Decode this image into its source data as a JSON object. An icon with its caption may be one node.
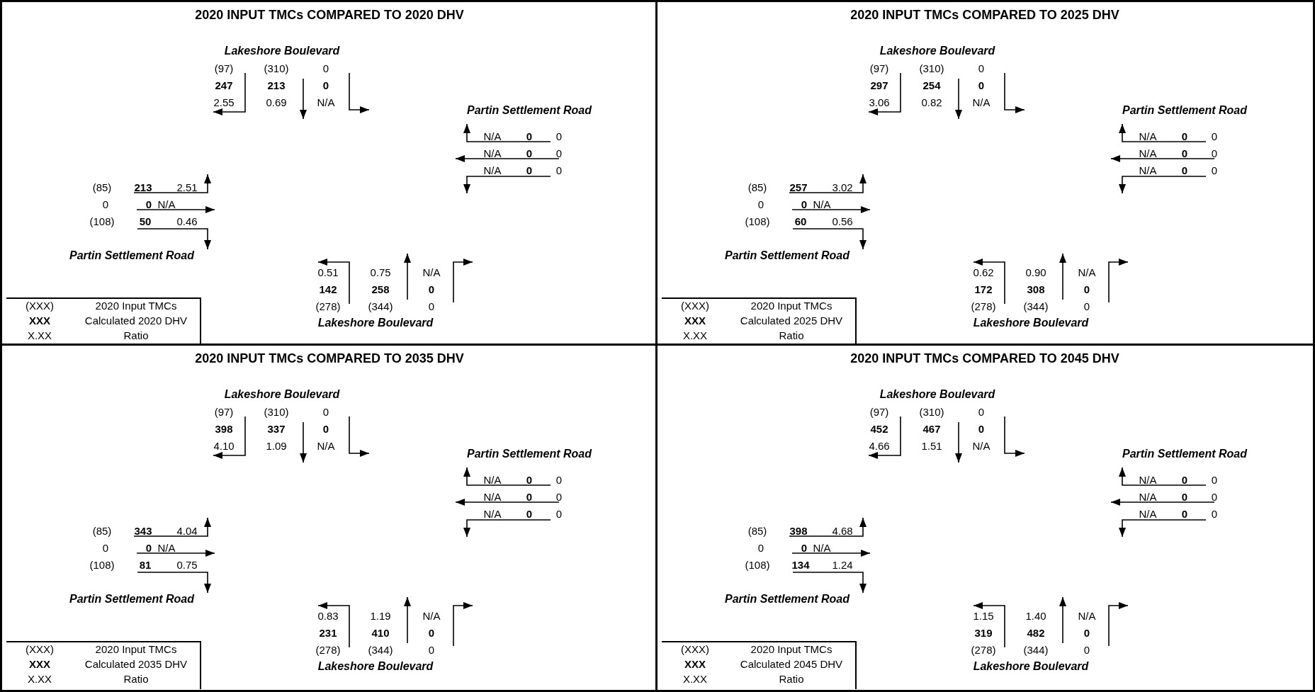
{
  "diagram": {
    "nodes": [
      {
        "text": [
          "2020 INPUT TMCs COMPARED TO 2020 DHV"
        ]
      },
      {
        "text": [
          "(XXX)",
          "2020 Input TMCs",
          "XXX",
          "Calculated 2020 DHV",
          "X.XX",
          "Ratio"
        ],
        "in": 0
      },
      {
        "text": [
          "2020 INPUT TMCs COMPARED TO 2025 DHV"
        ]
      },
      {
        "text": [
          "(XXX)",
          "2020 Input TMCs",
          "XXX",
          "Calculated 2025 DHV",
          "X.XX",
          "Ratio"
        ],
        "in": 2
      },
      {
        "text": [
          "2020 INPUT TMCs COMPARED TO 2035 DHV"
        ]
      },
      {
        "text": [
          "(XXX)",
          "2020 Input TMCs",
          "XXX",
          "Calculated 2035 DHV",
          "X.XX",
          "Ratio"
        ],
        "in": 4
      },
      {
        "text": [
          "2020 INPUT TMCs COMPARED TO 2045 DHV"
        ]
      },
      {
        "text": [
          "(XXX)",
          "2020 Input TMCs",
          "XXX",
          "Calculated 2045 DHV",
          "X.XX",
          "Ratio"
        ],
        "in": 6
      }
    ],
    "labels": [
      "Lakeshore Boulevard",
      "(97)",
      "(310)",
      "0",
      "247",
      "213",
      "0",
      "2.55",
      "0.69",
      "N/A",
      "Partin Settlement Road",
      "N/A",
      "0",
      "0",
      "N/A",
      "0",
      "0",
      "N/A",
      "0",
      "0",
      "(85)",
      "213",
      "2.51",
      "0",
      "0",
      "N/A",
      "(108)",
      "50",
      "0.46",
      "Partin Settlement Road",
      "0.51",
      "0.75",
      "N/A",
      "142",
      "258",
      "0",
      "(278)",
      "(344)",
      "0",
      "Lakeshore Boulevard",
      "Lakeshore Boulevard",
      "(97)",
      "(310)",
      "0",
      "297",
      "254",
      "0",
      "3.06",
      "0.82",
      "N/A",
      "Partin Settlement Road",
      "N/A",
      "0",
      "0",
      "N/A",
      "0",
      "0",
      "N/A",
      "0",
      "0",
      "(85)",
      "257",
      "3.02",
      "0",
      "0",
      "N/A",
      "(108)",
      "60",
      "0.56",
      "Partin Settlement Road",
      "0.62",
      "0.90",
      "N/A",
      "172",
      "308",
      "0",
      "(278)",
      "(344)",
      "0",
      "Lakeshore Boulevard",
      "Lakeshore Boulevard",
      "(97)",
      "(310)",
      "0",
      "398",
      "337",
      "0",
      "4.10",
      "1.09",
      "N/A",
      "Partin Settlement Road",
      "N/A",
      "0",
      "0",
      "N/A",
      "0",
      "0",
      "N/A",
      "0",
      "0",
      "(85)",
      "343",
      "4.04",
      "0",
      "0",
      "N/A",
      "(108)",
      "81",
      "0.75",
      "Partin Settlement Road",
      "0.83",
      "1.19",
      "N/A",
      "231",
      "410",
      "0",
      "(278)",
      "(344)",
      "0",
      "Lakeshore Boulevard",
      "Lakeshore Boulevard",
      "(97)",
      "(310)",
      "0",
      "452",
      "467",
      "0",
      "4.66",
      "1.51",
      "N/A",
      "Partin Settlement Road",
      "N/A",
      "0",
      "0",
      "N/A",
      "0",
      "0",
      "N/A",
      "0",
      "0",
      "(85)",
      "398",
      "4.68",
      "0",
      "0",
      "N/A",
      "(108)",
      "134",
      "1.24",
      "Partin Settlement Road",
      "1.15",
      "1.40",
      "N/A",
      "319",
      "482",
      "0",
      "(278)",
      "(344)",
      "0",
      "Lakeshore Boulevard"
    ]
  }
}
